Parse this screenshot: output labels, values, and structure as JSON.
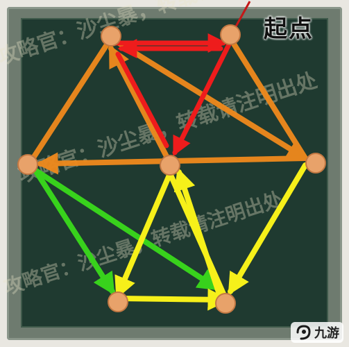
{
  "label_start": "起点",
  "watermark_text_1": "攻略官：沙尘暴，转载请注明出处",
  "watermark_text_2": "攻略官：沙尘暴，转载请注明出处",
  "watermark_text_3": "攻略官：沙尘暴，转载请注明出处",
  "logo": {
    "text": "九游",
    "icon": "9-logo-icon"
  },
  "colors": {
    "red": "#ee1c1c",
    "orange": "#f08a1c",
    "yellow": "#f6f01a",
    "green": "#38d21c",
    "node": "#e8a26a"
  }
}
